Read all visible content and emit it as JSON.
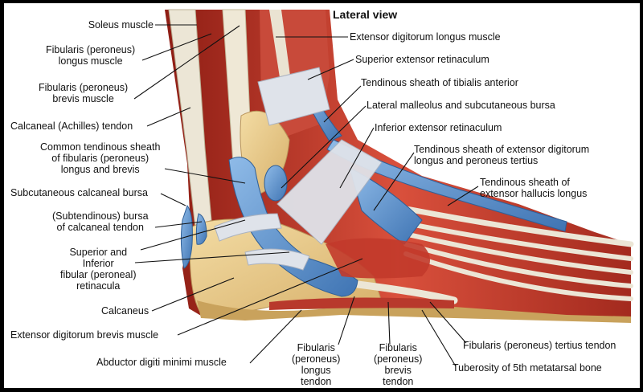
{
  "title": "Lateral view",
  "labels": {
    "soleus": "Soleus muscle",
    "fib_longus_muscle": "Fibularis (peroneus)\nlongus muscle",
    "fib_brevis_muscle": "Fibularis (peroneus)\nbrevis muscle",
    "achilles": "Calcaneal (Achilles) tendon",
    "common_sheath": "Common tendinous sheath\nof fibularis (peroneus)\nlongus and brevis",
    "subcut_bursa": "Subcutaneous calcaneal bursa",
    "subtendinous_bursa": "(Subtendinous) bursa\nof calcaneal tendon",
    "retinacula": "Superior and\nInferior\nfibular (peroneal)\nretinacula",
    "calcaneus": "Calcaneus",
    "edb_muscle": "Extensor digitorum brevis muscle",
    "abductor": "Abductor digiti minimi muscle",
    "edl_muscle": "Extensor digitorum longus muscle",
    "sup_ext_ret": "Superior extensor retinaculum",
    "tib_ant_sheath": "Tendinous sheath of tibialis anterior",
    "lat_malleolus": "Lateral malleolus and subcutaneous bursa",
    "inf_ext_ret": "Inferior extensor retinaculum",
    "edl_sheath": "Tendinous sheath of extensor digitorum\nlongus and peroneus tertius",
    "ehl_sheath": "Tendinous sheath of\nextensor hallucis longus",
    "fib_longus_tendon": "Fibularis\n(peroneus)\nlongus\ntendon",
    "fib_brevis_tendon": "Fibularis\n(peroneus)\nbrevis\ntendon",
    "fib_tertius_tendon": "Fibularis (peroneus) tertius tendon",
    "tuberosity": "Tuberosity of 5th metatarsal bone"
  },
  "colors": {
    "muscle": "#c0392b",
    "tendon": "#e8e2d0",
    "bone": "#e8c98a",
    "sheath": "#6b9fd4",
    "retinaculum": "#d8dde6"
  }
}
